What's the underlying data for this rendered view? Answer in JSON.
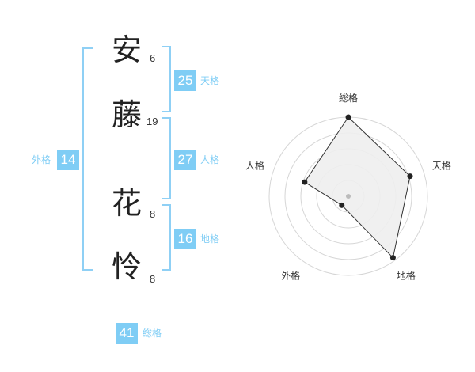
{
  "name": {
    "chars": [
      {
        "char": "安",
        "strokes": "6"
      },
      {
        "char": "藤",
        "strokes": "19"
      },
      {
        "char": "花",
        "strokes": "8"
      },
      {
        "char": "怜",
        "strokes": "8"
      }
    ]
  },
  "grades": {
    "tenkaku": {
      "value": "25",
      "label": "天格"
    },
    "jinkaku": {
      "value": "27",
      "label": "人格"
    },
    "chikaku": {
      "value": "16",
      "label": "地格"
    },
    "gaikaku": {
      "value": "14",
      "label": "外格"
    },
    "soukaku": {
      "value": "41",
      "label": "総格"
    }
  },
  "colors": {
    "accent": "#7fcdf5",
    "bracket": "#8fd0f5",
    "text": "#222222"
  },
  "chart_data": {
    "type": "radar",
    "axes": [
      "総格",
      "天格",
      "地格",
      "外格",
      "人格"
    ],
    "values": [
      1.0,
      0.82,
      0.96,
      0.14,
      0.58
    ],
    "range": [
      0,
      1
    ],
    "rings": 5,
    "grid": true
  }
}
